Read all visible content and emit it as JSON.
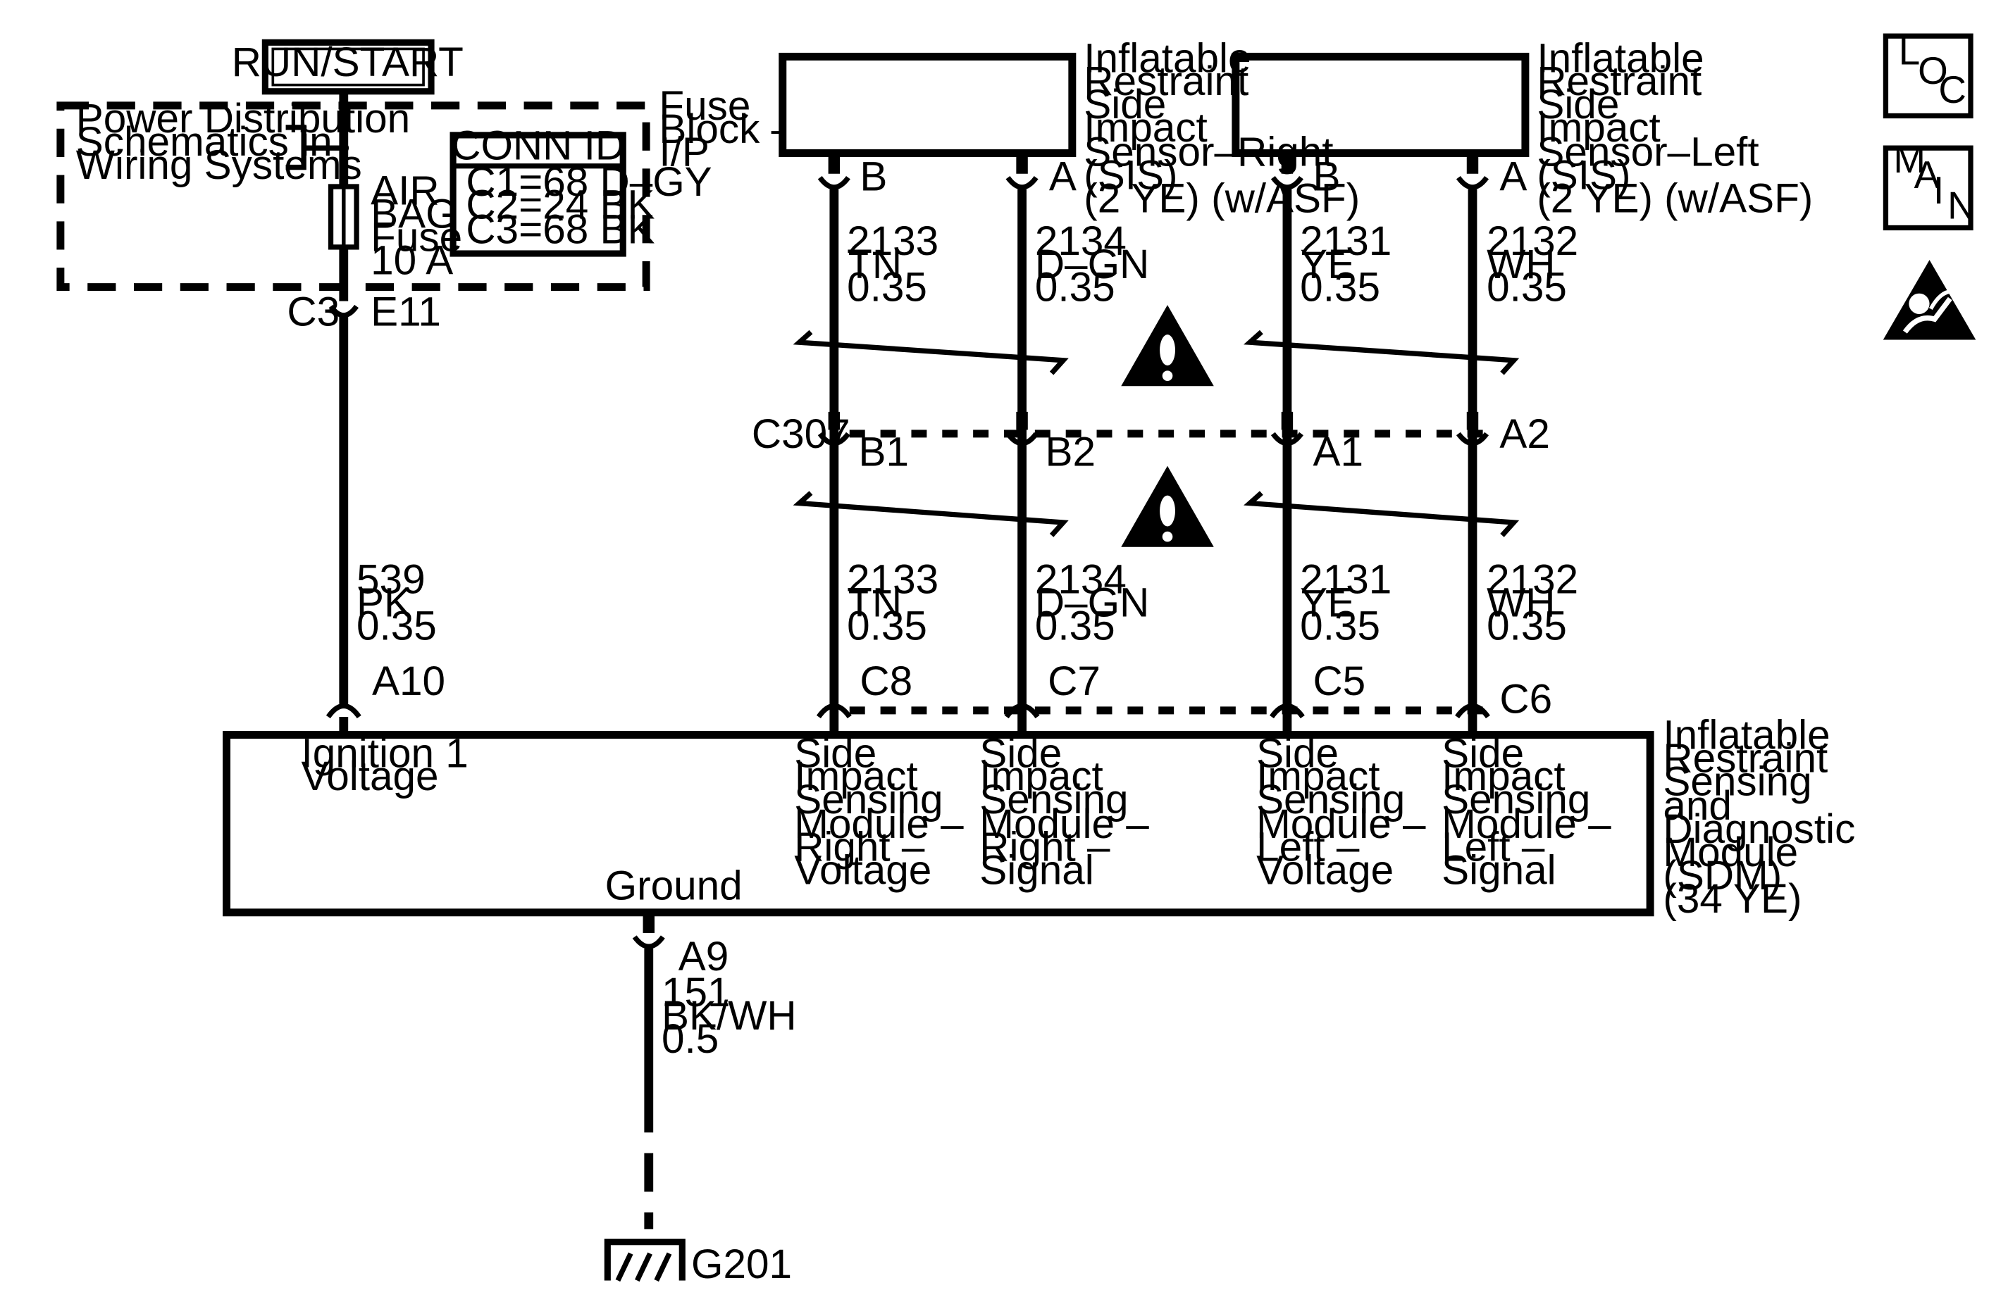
{
  "power": {
    "run_start": "RUN/START",
    "pd_line1": "Power Distribution",
    "pd_line2": "Schematics in",
    "pd_line3": "Wiring Systems",
    "fuse_block_line1": "Fuse",
    "fuse_block_line2": "Block –",
    "fuse_block_line3": "I/P",
    "fuse_line1": "AIR",
    "fuse_line2": "BAG",
    "fuse_line3": "Fuse",
    "fuse_line4": "10 A",
    "conn_id_title": "CONN ID",
    "conn_c1": "C1=68 D–GY",
    "conn_c2": "C2=24 BK",
    "conn_c3": "C3=68 BK",
    "fuse_conn": "C3",
    "fuse_pin": "E11"
  },
  "sensors": {
    "right": {
      "l1": "Inflatable",
      "l2": "Restraint",
      "l3": "Side",
      "l4": "Impact",
      "l5": "Sensor–Right",
      "l6": "(SIS)",
      "l7": "(2 YE) (w/ASF)",
      "pin_b": "B",
      "pin_a": "A"
    },
    "left": {
      "l1": "Inflatable",
      "l2": "Restraint",
      "l3": "Side",
      "l4": "Impact",
      "l5": "Sensor–Left",
      "l6": "(SIS)",
      "l7": "(2 YE) (w/ASF)",
      "pin_b": "B",
      "pin_a": "A"
    }
  },
  "wires_upper": [
    {
      "circuit": "2133",
      "color": "TN",
      "gauge": "0.35"
    },
    {
      "circuit": "2134",
      "color": "D–GN",
      "gauge": "0.35"
    },
    {
      "circuit": "2131",
      "color": "YE",
      "gauge": "0.35"
    },
    {
      "circuit": "2132",
      "color": "WH",
      "gauge": "0.35"
    }
  ],
  "c307": {
    "name": "C307",
    "pins": [
      "B1",
      "B2",
      "A1",
      "A2"
    ]
  },
  "wires_lower": [
    {
      "circuit": "2133",
      "color": "TN",
      "gauge": "0.35"
    },
    {
      "circuit": "2134",
      "color": "D–GN",
      "gauge": "0.35"
    },
    {
      "circuit": "2131",
      "color": "YE",
      "gauge": "0.35"
    },
    {
      "circuit": "2132",
      "color": "WH",
      "gauge": "0.35"
    }
  ],
  "ign_wire": {
    "circuit": "539",
    "color": "PK",
    "gauge": "0.35"
  },
  "sdm": {
    "pin_ign": "A10",
    "pins": [
      "C8",
      "C7",
      "C5",
      "C6"
    ],
    "label_ign_1": "Ignition 1",
    "label_ign_2": "Voltage",
    "ground_label": "Ground",
    "col1": [
      "Side",
      "Impact",
      "Sensing",
      "Module –",
      "Right –",
      "Voltage"
    ],
    "col2": [
      "Side",
      "Impact",
      "Sensing",
      "Module –",
      "Right –",
      "Signal"
    ],
    "col3": [
      "Side",
      "Impact",
      "Sensing",
      "Module –",
      "Left –",
      "Voltage"
    ],
    "col4": [
      "Side",
      "Impact",
      "Sensing",
      "Module –",
      "Left –",
      "Signal"
    ],
    "name": [
      "Inflatable",
      "Restraint",
      "Sensing",
      "and",
      "Diagnostic",
      "Module",
      "(SDM)",
      "(34 YE)"
    ]
  },
  "ground": {
    "pin": "A9",
    "circuit": "151",
    "color": "BK/WH",
    "gauge": "0.5",
    "name": "G201"
  },
  "nav": {
    "loc_l": "L",
    "loc_o": "O",
    "loc_c": "C",
    "main_m": "M",
    "main_a": "A",
    "main_i": "I",
    "main_n": "N"
  }
}
